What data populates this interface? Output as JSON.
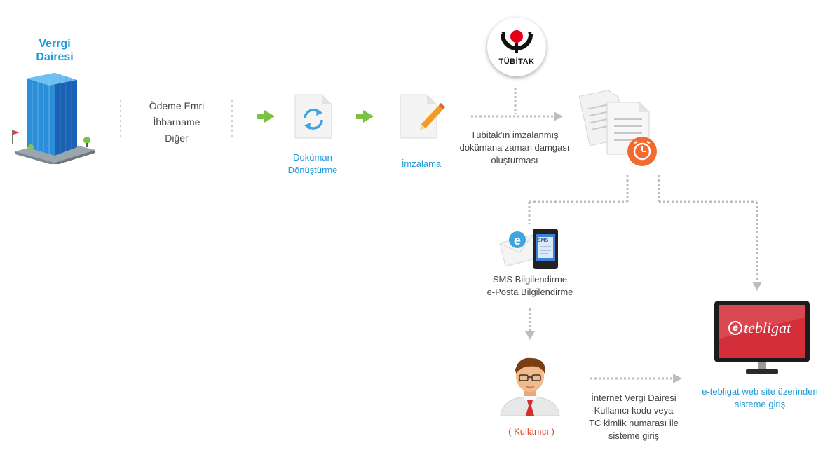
{
  "vergi_dairesi": {
    "line1": "Verrgi",
    "line2": "Dairesi"
  },
  "documents": {
    "line1": "Ödeme Emri",
    "line2": "İhbarname",
    "line3": "Diğer"
  },
  "donusturme": {
    "line1": "Doküman",
    "line2": "Dönüştürme"
  },
  "imzalama": {
    "label": "İmzalama"
  },
  "tubitak": {
    "logo_text": "TÜBİTAK"
  },
  "timestamp": {
    "line1": "Tübitak'ın imzalanmış",
    "line2": "dokümana zaman damgası",
    "line3": "oluşturması"
  },
  "notification": {
    "line1": "SMS Bilgilendirme",
    "line2": "e-Posta Bilgilendirme",
    "sms_badge": "SMS"
  },
  "user": {
    "label": "( Kullanıcı )"
  },
  "login": {
    "line1": "İnternet Vergi Dairesi",
    "line2": "Kullanıcı kodu veya",
    "line3": "TC kimlik numarası ile",
    "line4": "sisteme giriş"
  },
  "etebligat": {
    "logo_text": "tebligat",
    "logo_prefix": "e",
    "line1": "e-tebligat web site üzerinden",
    "line2": "sisteme giriş"
  },
  "colors": {
    "accent_blue": "#1f9ad6",
    "arrow_green": "#7cc242",
    "connector_gray": "#bdbdbd",
    "clock_orange": "#f26a2e",
    "tubitak_red": "#e2001a",
    "screen_red": "#d42e3a"
  }
}
